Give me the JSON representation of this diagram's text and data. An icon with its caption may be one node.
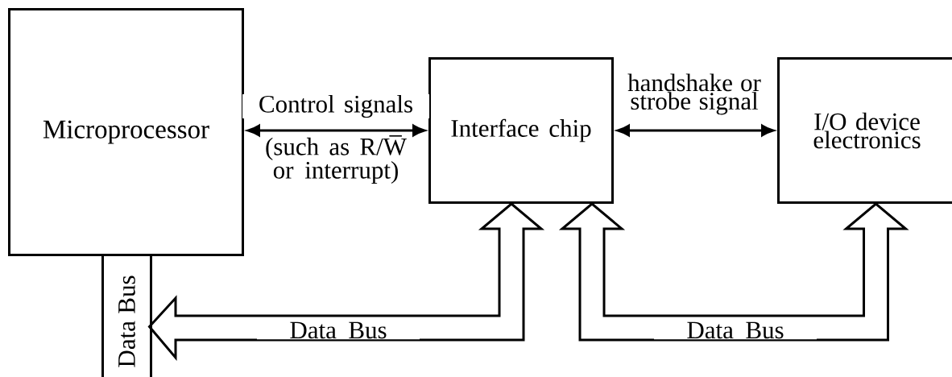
{
  "diagram": {
    "nodes": [
      {
        "text": [
          "Microprocessor"
        ]
      },
      {
        "text": [
          "Interface chip"
        ]
      },
      {
        "text": [
          "I/O device electronics"
        ]
      },
      {
        "text": [
          "Data Bus"
        ]
      }
    ],
    "edges": [
      {
        "from": 0,
        "to": 1,
        "arrow": "both",
        "label": "Control signals"
      },
      {
        "from": 1,
        "to": 2,
        "arrow": "both",
        "label": "handshake or strobe signal"
      },
      {
        "from": 1,
        "to": 3,
        "arrow": "both",
        "label": "Data Bus",
        "style": "thick"
      },
      {
        "from": 1,
        "to": 2,
        "arrow": "both",
        "label": "Data Bus",
        "style": "thick"
      }
    ],
    "labels": [
      "(such as R/W̅ or interrupt)"
    ]
  }
}
